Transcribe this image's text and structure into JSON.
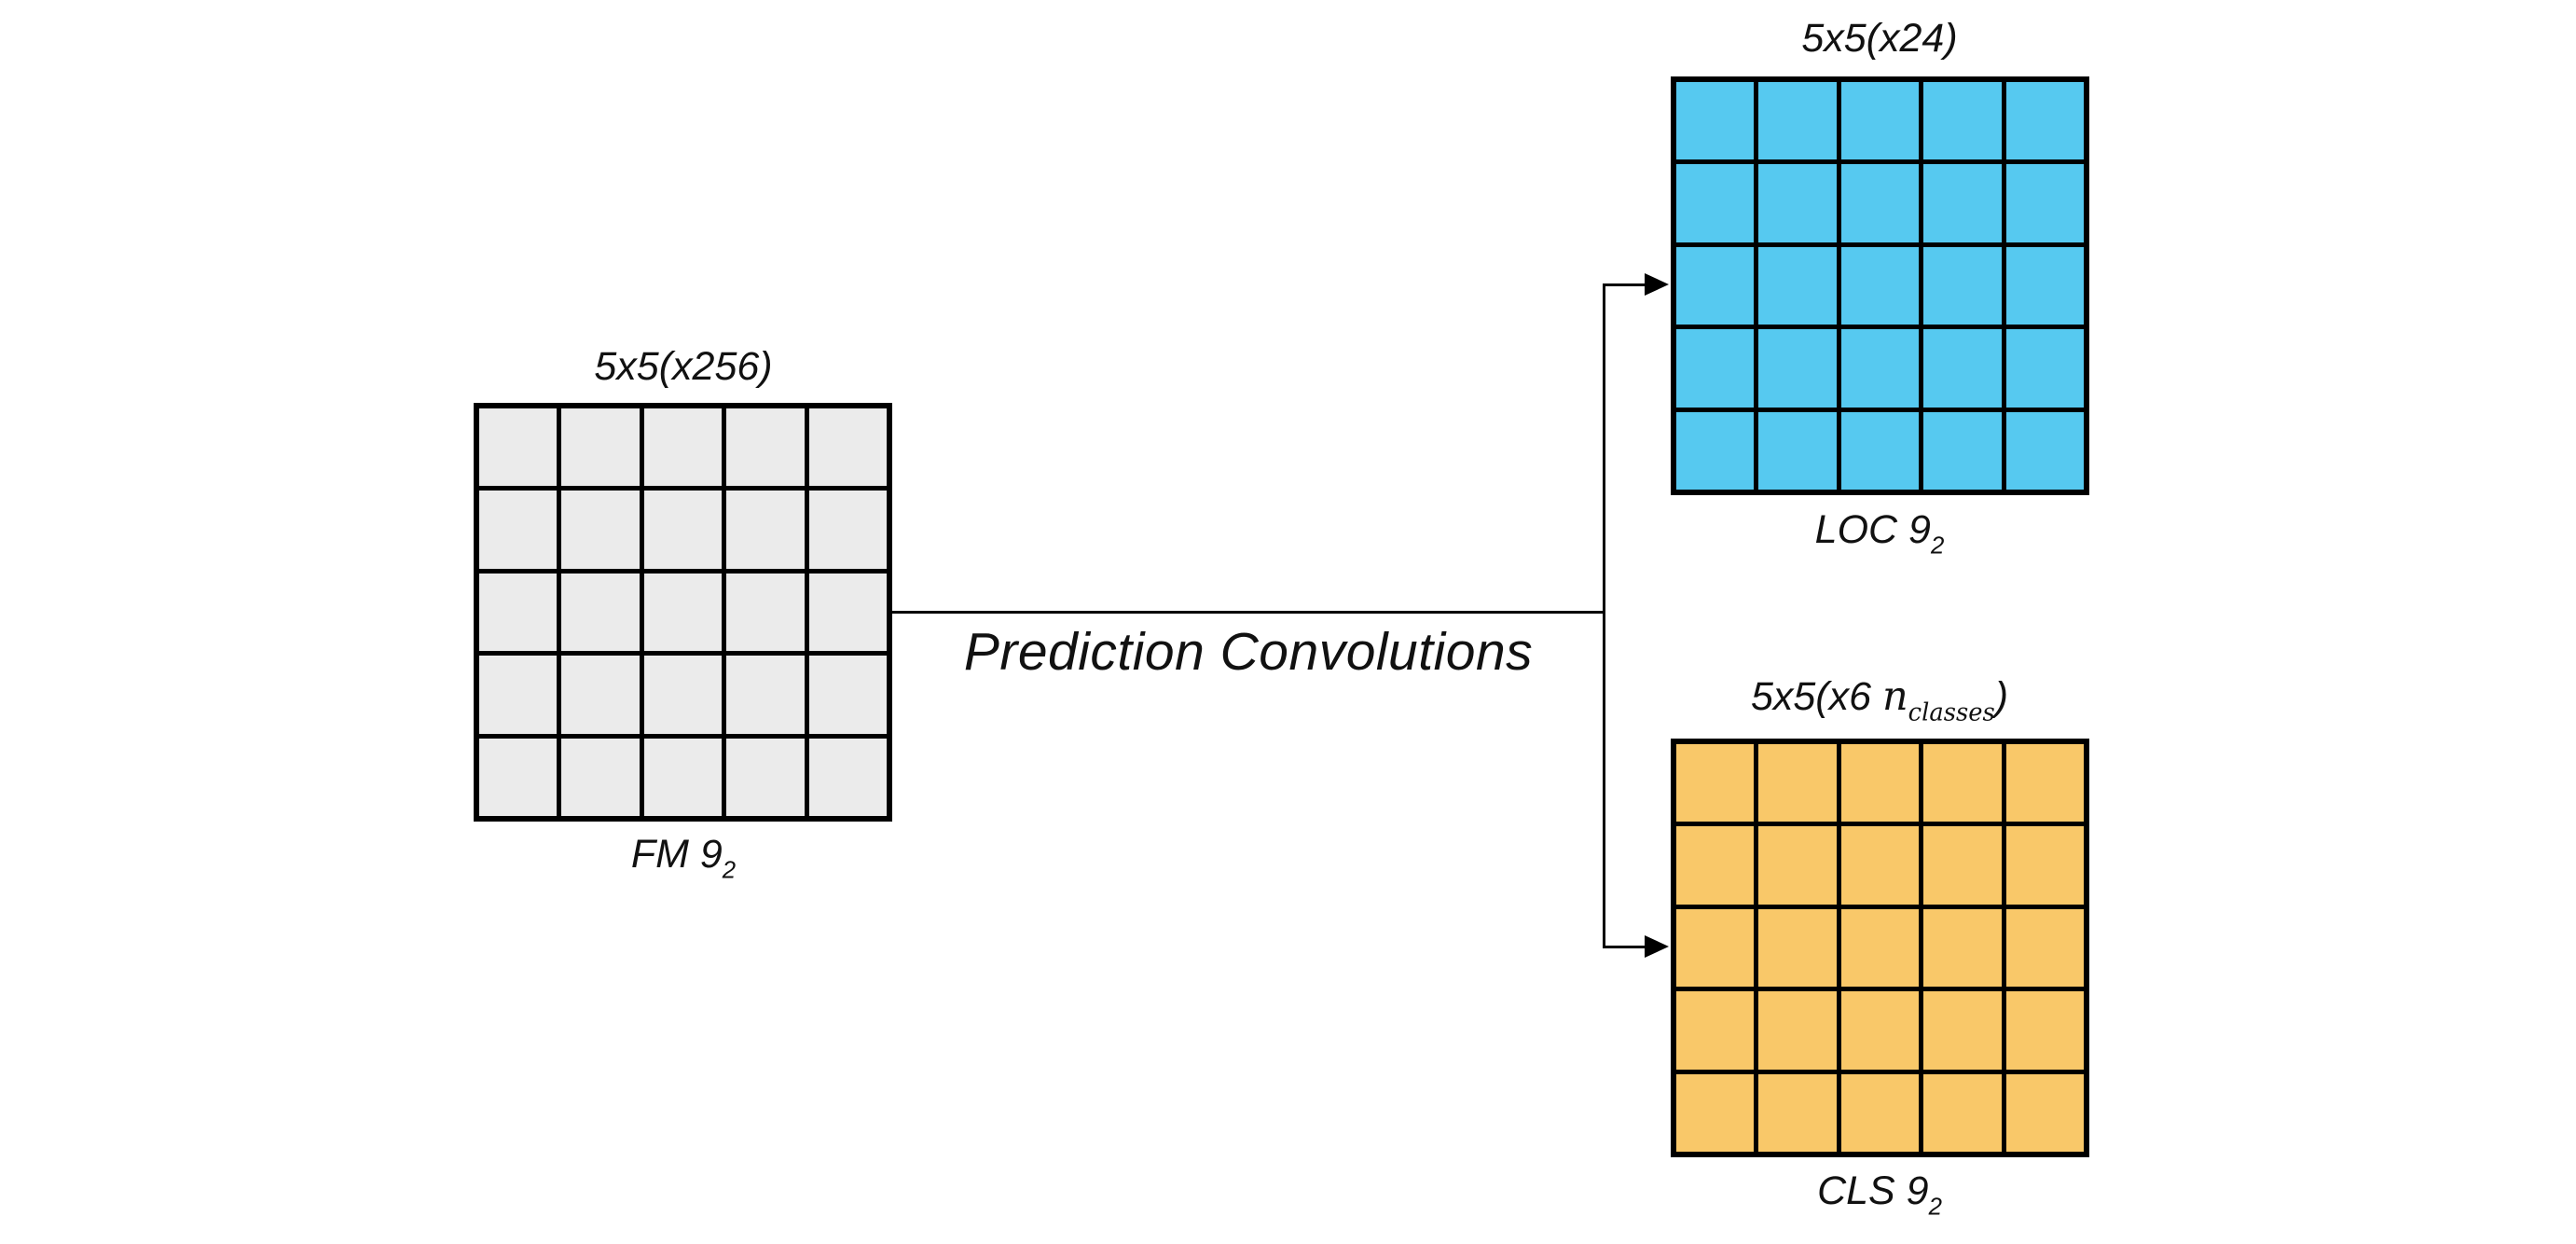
{
  "figure": {
    "connector_label": "Prediction Convolutions"
  },
  "grids": {
    "fm": {
      "top_label": "5x5(x256)",
      "name": "FM 9",
      "name_subscript": "2",
      "rows": 5,
      "cols": 5,
      "cell_color": "#EBEBEB"
    },
    "loc": {
      "top_label": "5x5(x24)",
      "name": "LOC 9",
      "name_subscript": "2",
      "rows": 5,
      "cols": 5,
      "cell_color": "#56C9F0"
    },
    "cls": {
      "top_label_prefix": "5x5(x6 ",
      "top_label_var": "n",
      "top_label_var_subscript": "classes",
      "top_label_suffix": ")",
      "name": "CLS 9",
      "name_subscript": "2",
      "rows": 5,
      "cols": 5,
      "cell_color": "#F9C869"
    }
  },
  "colors": {
    "background": "#FFFFFF",
    "line": "#000000",
    "grid-border": "#000000",
    "text": "#111111"
  }
}
